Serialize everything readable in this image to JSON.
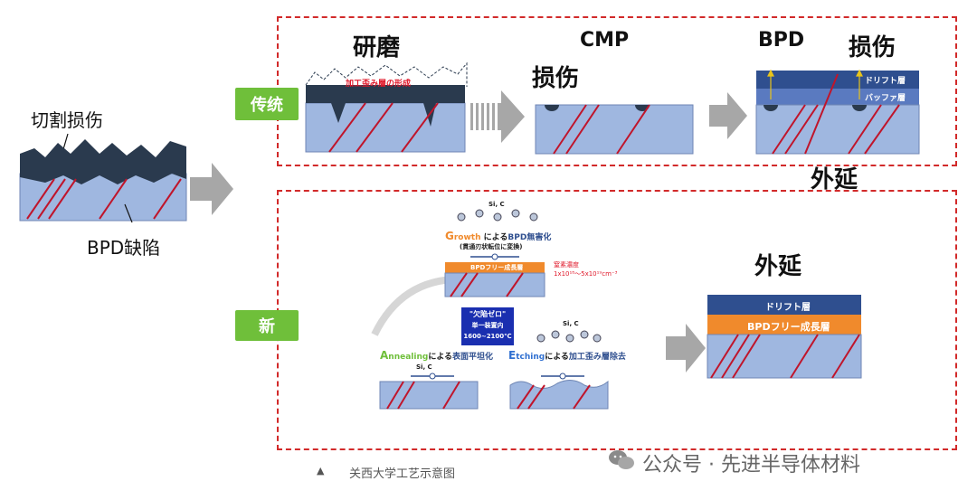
{
  "left": {
    "damage_label": "切割损伤",
    "bpd_label": "BPD缺陷"
  },
  "traditional": {
    "tag": "传统",
    "step1_title": "研磨",
    "step1_note": "加工歪み層の形成",
    "step2_title": "CMP",
    "step2_damage": "损伤",
    "step3_bpd": "BPD",
    "step3_damage": "损伤",
    "step3_layer_drift": "ドリフト層",
    "step3_layer_buffer": "バッファ層",
    "epi_label": "外延"
  },
  "new": {
    "tag": "新",
    "growth_title_g": "G",
    "growth_title_rest": "rowth",
    "growth_suffix": "による",
    "growth_blue": "BPD無害化",
    "growth_sub": "(貫通刃状転位に変換)",
    "growth_layer": "BPDフリー成長層",
    "doping_label": "窒素濃度",
    "doping_value": "1x10¹⁸～5x10¹⁹cm⁻³",
    "sic": "Si, C",
    "center_line1": "\"欠陥ゼロ\"",
    "center_line2": "単一装置内",
    "center_line3": "1600~2100℃",
    "anneal_a": "A",
    "anneal_rest": "nnealing",
    "anneal_suffix": "による",
    "anneal_blue": "表面平坦化",
    "etch_e": "E",
    "etch_rest": "tching",
    "etch_suffix": "による",
    "etch_blue": "加工歪み層除去",
    "epi_label": "外延",
    "result_drift": "ドリフト層",
    "result_bpdfree": "BPDフリー成長層"
  },
  "footer": {
    "caption_icon": "▲",
    "caption": "关西大学工艺示意图",
    "watermark": "公众号 · 先进半导体材料"
  },
  "colors": {
    "frame": "#d22a2a",
    "tag": "#6fbf3a",
    "substrate": "#9fb7e0",
    "dark_layer": "#2a3a4e",
    "drift": "#2f4f8f",
    "orange": "#f08a2c",
    "defect": "#c0152b",
    "arrow": "#a7a7a7"
  }
}
